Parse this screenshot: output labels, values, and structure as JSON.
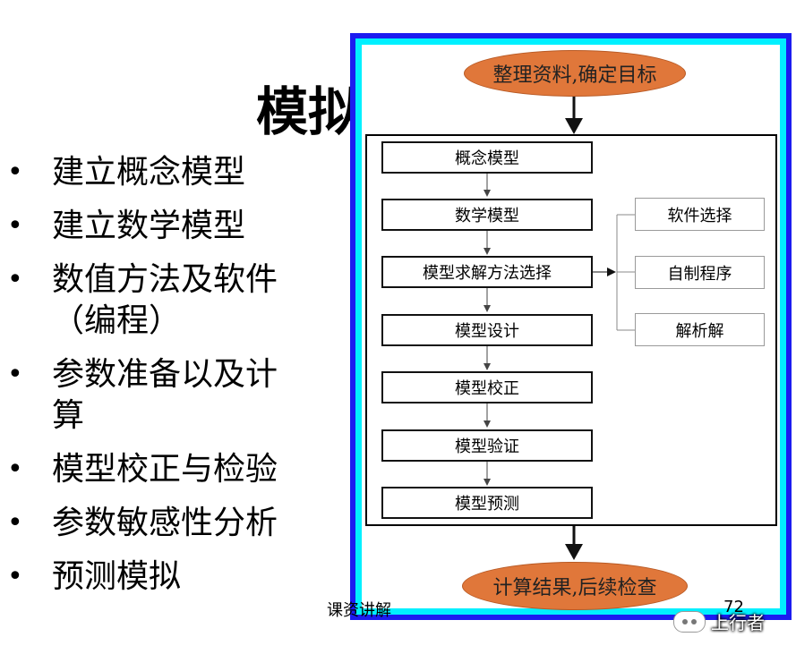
{
  "slide": {
    "title": "模拟",
    "bullets": [
      {
        "lines": [
          "建立概念模型"
        ]
      },
      {
        "lines": [
          "建立数学模型"
        ]
      },
      {
        "lines": [
          "数值方法及软件",
          "（编程）"
        ]
      },
      {
        "lines": [
          "参数准备以及计",
          "算"
        ]
      },
      {
        "lines": [
          "模型校正与检验"
        ]
      },
      {
        "lines": [
          "参数敏感性分析"
        ]
      },
      {
        "lines": [
          "预测模拟"
        ]
      }
    ],
    "bullet_symbol": "•",
    "footer": "课资讲解",
    "page_number": "72",
    "watermark": "上行者"
  },
  "flowchart": {
    "start": "整理资料,确定目标",
    "steps": [
      "概念模型",
      "数学模型",
      "模型求解方法选择",
      "模型设计",
      "模型校正",
      "模型验证",
      "模型预测"
    ],
    "options": [
      "软件选择",
      "自制程序",
      "解析解"
    ],
    "end": "计算结果,后续检查"
  },
  "colors": {
    "frame_outer": "#1c1cf0",
    "frame_inner": "#00f0ff",
    "oval_fill": "#e0773a"
  }
}
